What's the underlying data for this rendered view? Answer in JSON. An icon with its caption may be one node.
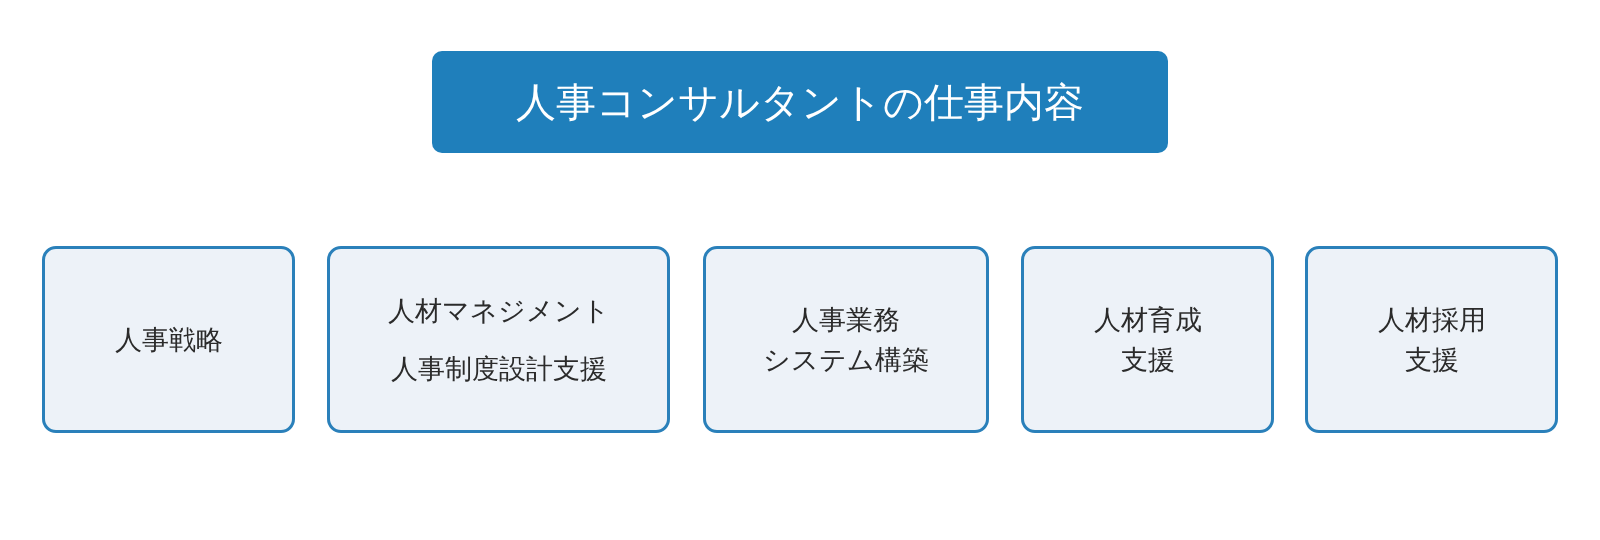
{
  "diagram": {
    "nodes": [
      {
        "text": [
          "人事コンサルタントの仕事内容"
        ]
      },
      {
        "text": [
          "人事戦略"
        ]
      },
      {
        "text": [
          "人材マネジメント",
          "人事制度設計支援"
        ]
      },
      {
        "text": [
          "人事業務システム構築"
        ]
      },
      {
        "text": [
          "人材育成支援"
        ]
      },
      {
        "text": [
          "人材採用支援"
        ]
      }
    ]
  }
}
